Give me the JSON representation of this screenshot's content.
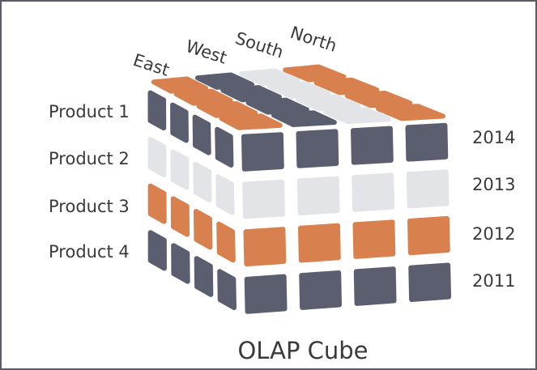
{
  "title": "OLAP Cube",
  "regions": [
    "East",
    "West",
    "South",
    "North"
  ],
  "products": [
    "Product 1",
    "Product 2",
    "Product 3",
    "Product 4"
  ],
  "years": [
    "2014",
    "2013",
    "2012",
    "2011"
  ],
  "colors": {
    "dark": "#5a5e6e",
    "light": "#e2e4e8",
    "orange": "#d9804f",
    "frame": "#5b5b66",
    "text": "#3a3a3a"
  },
  "layers": {
    "top": [
      [
        "orange",
        "orange",
        "orange",
        "orange"
      ],
      [
        "light",
        "light",
        "light",
        "light"
      ],
      [
        "dark",
        "dark",
        "dark",
        "dark"
      ],
      [
        "orange",
        "orange",
        "orange",
        "orange"
      ]
    ],
    "front": [
      "dark",
      "light",
      "orange",
      "dark"
    ],
    "left": [
      "dark",
      "light",
      "orange",
      "dark"
    ]
  }
}
